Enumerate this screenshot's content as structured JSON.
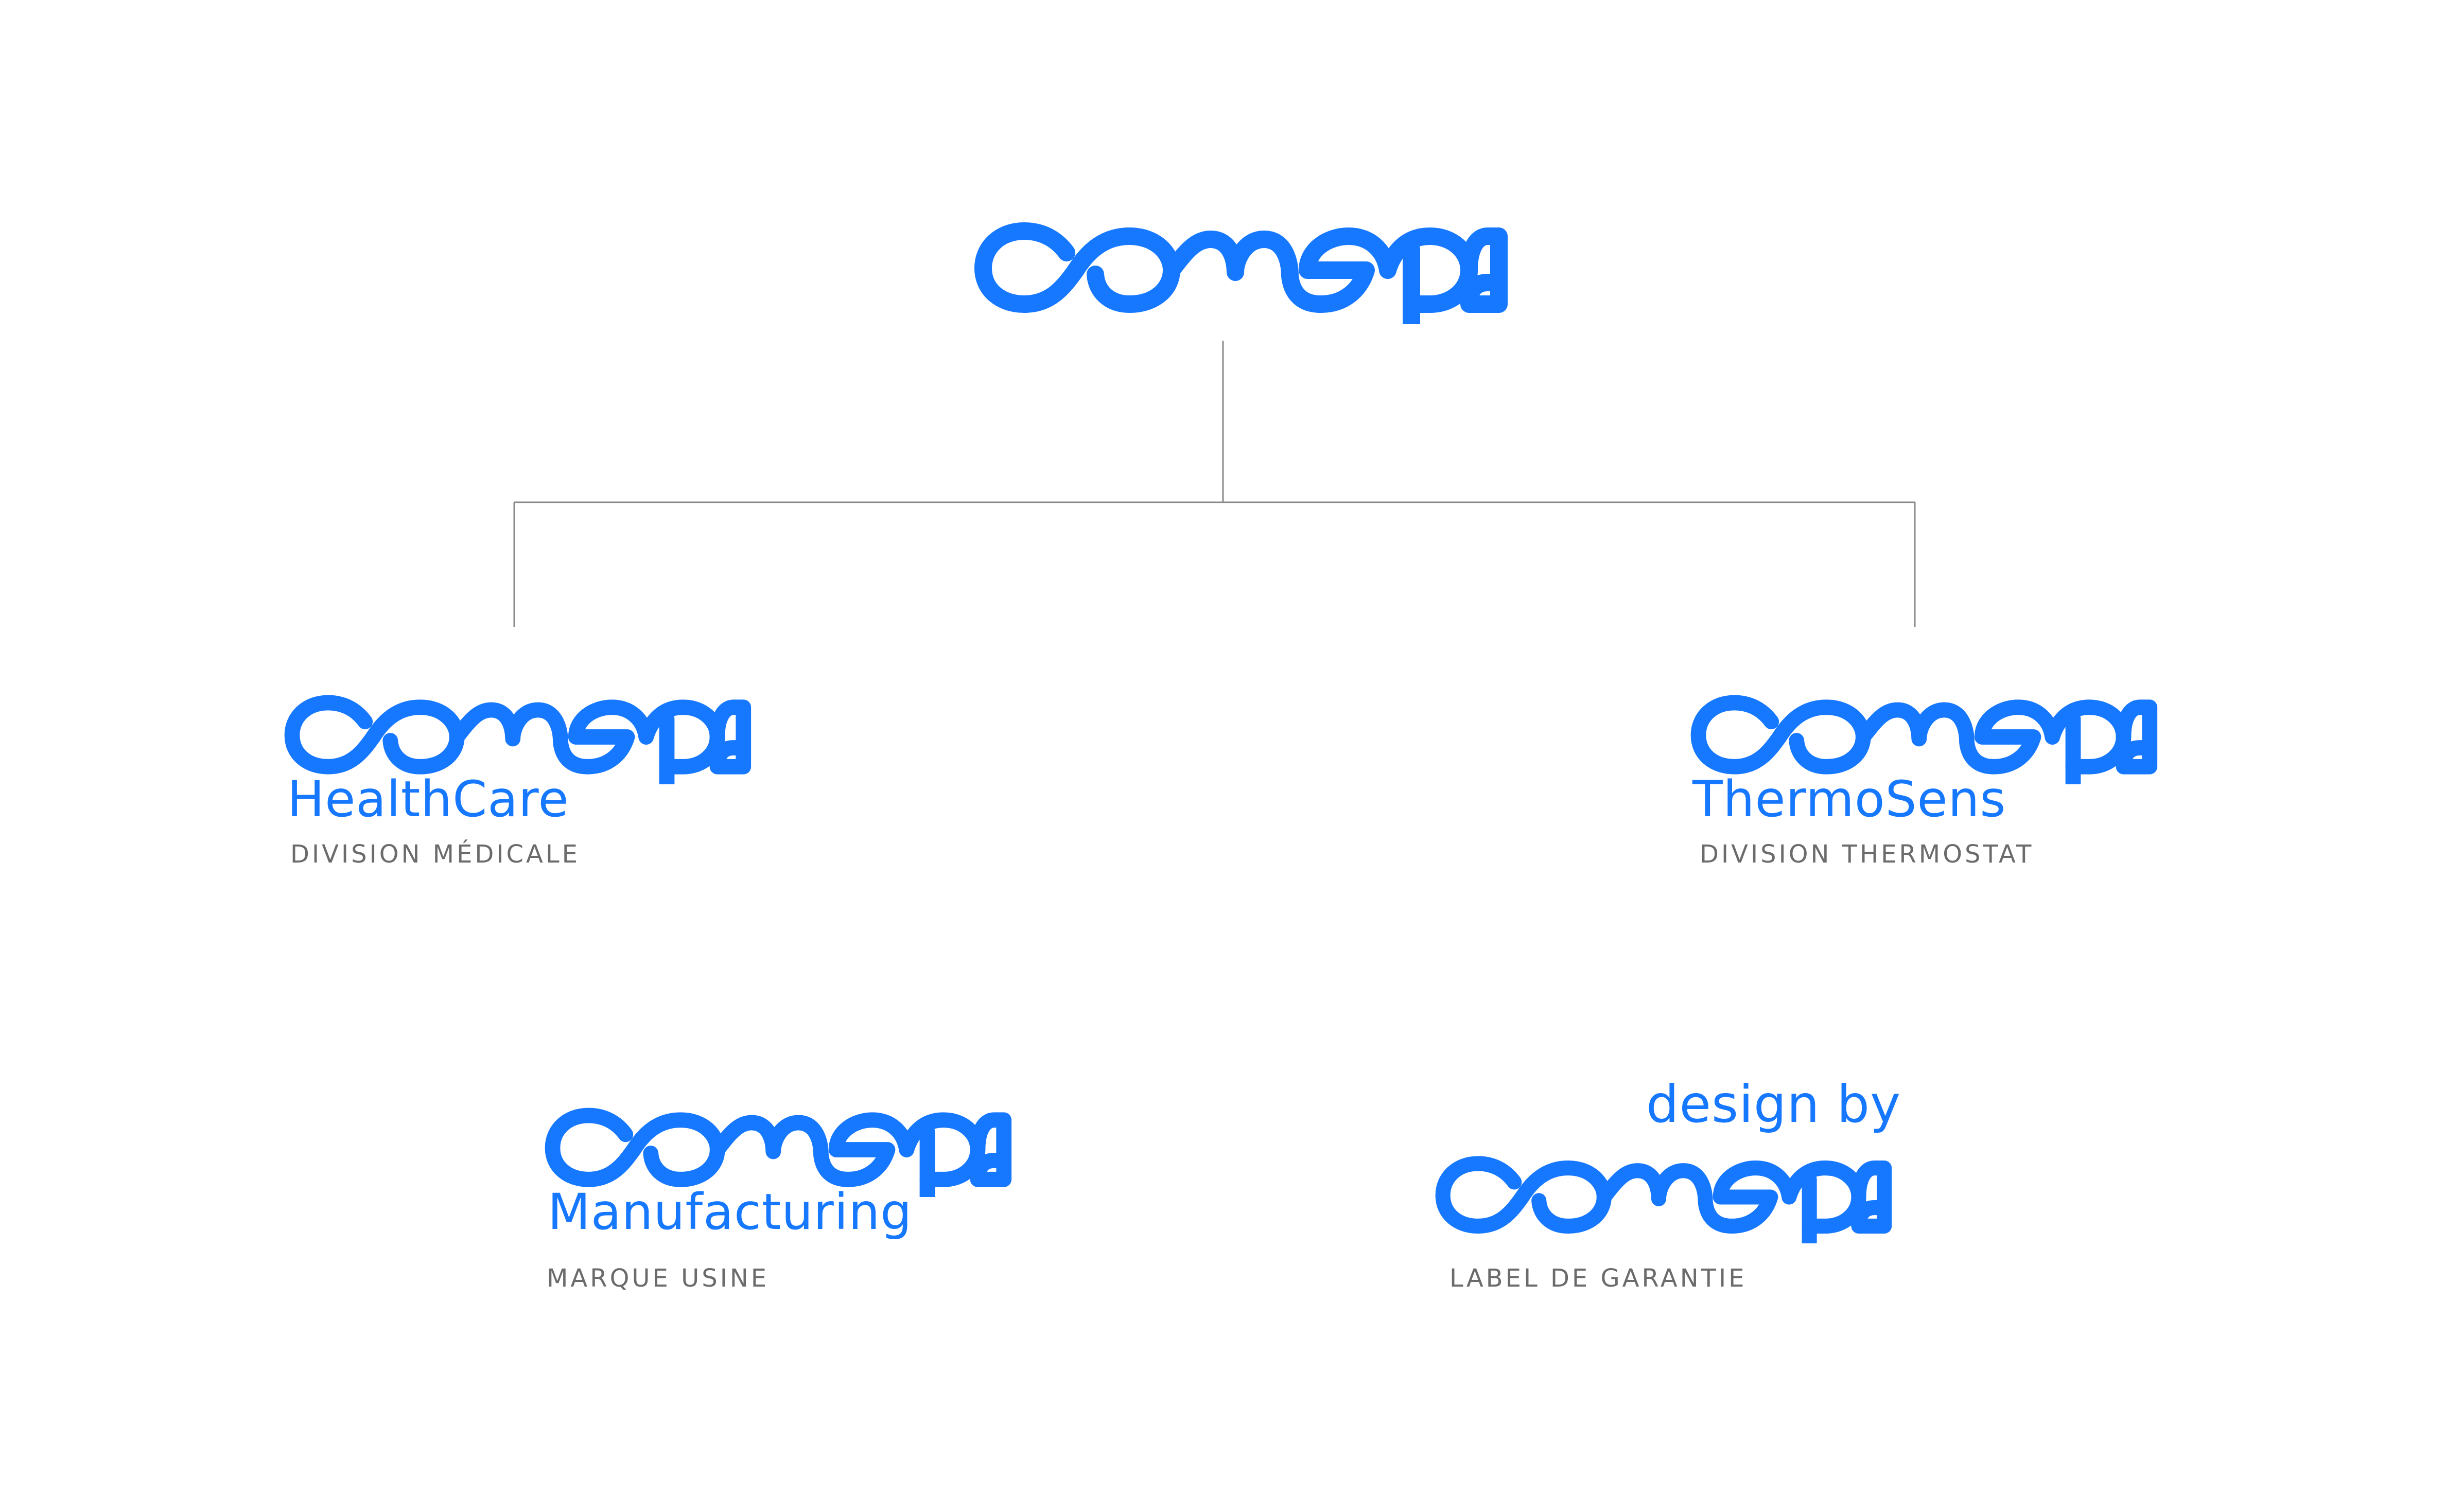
{
  "brand": {
    "wordmark": "comepa",
    "color": "#1677ff",
    "caption_color": "#6b6b6b",
    "line_color": "#8a8a8a"
  },
  "parent": {
    "logo": "comepa-wordmark"
  },
  "divisions": [
    {
      "id": "healthcare",
      "logo": "comepa-wordmark",
      "name": "HealthCare",
      "caption": "DIVISION MÉDICALE"
    },
    {
      "id": "thermosens",
      "logo": "comepa-wordmark",
      "name": "ThermoSens",
      "caption": "DIVISION THERMOSTAT"
    },
    {
      "id": "manufacturing",
      "logo": "comepa-wordmark",
      "name": "Manufacturing",
      "caption": "MARQUE USINE"
    },
    {
      "id": "design-by",
      "logo": "comepa-wordmark",
      "prefix": "design by",
      "caption": "LABEL DE GARANTIE"
    }
  ]
}
